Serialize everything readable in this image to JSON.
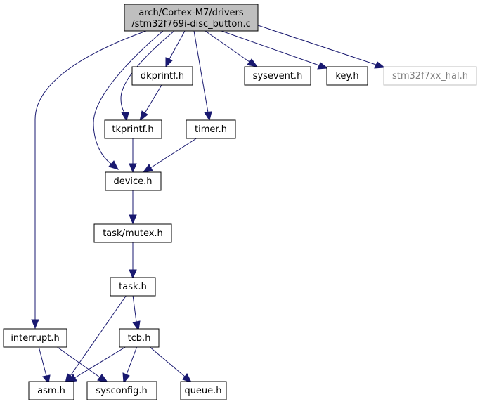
{
  "colors": {
    "edge": "#191970",
    "root_fill": "#bfbfbf",
    "node_border": "#000000",
    "external_border": "#bfbfbf",
    "external_text": "#7f7f7f"
  },
  "nodes": {
    "root": {
      "lines": [
        "arch/Cortex-M7/drivers",
        "/stm32f769i-disc_button.c"
      ]
    },
    "dkprintf": {
      "label": "dkprintf.h"
    },
    "sysevent": {
      "label": "sysevent.h"
    },
    "key": {
      "label": "key.h"
    },
    "stm32f7xx_hal": {
      "label": "stm32f7xx_hal.h"
    },
    "tkprintf": {
      "label": "tkprintf.h"
    },
    "timer": {
      "label": "timer.h"
    },
    "device": {
      "label": "device.h"
    },
    "task_mutex": {
      "label": "task/mutex.h"
    },
    "task": {
      "label": "task.h"
    },
    "interrupt": {
      "label": "interrupt.h"
    },
    "tcb": {
      "label": "tcb.h"
    },
    "asm": {
      "label": "asm.h"
    },
    "sysconfig": {
      "label": "sysconfig.h"
    },
    "queue": {
      "label": "queue.h"
    }
  },
  "edges": [
    {
      "from": "root",
      "to": "interrupt"
    },
    {
      "from": "root",
      "to": "device"
    },
    {
      "from": "root",
      "to": "tkprintf"
    },
    {
      "from": "root",
      "to": "dkprintf"
    },
    {
      "from": "root",
      "to": "timer"
    },
    {
      "from": "root",
      "to": "sysevent"
    },
    {
      "from": "root",
      "to": "key"
    },
    {
      "from": "root",
      "to": "stm32f7xx_hal"
    },
    {
      "from": "dkprintf",
      "to": "tkprintf"
    },
    {
      "from": "tkprintf",
      "to": "device"
    },
    {
      "from": "timer",
      "to": "device"
    },
    {
      "from": "device",
      "to": "task_mutex"
    },
    {
      "from": "task_mutex",
      "to": "task"
    },
    {
      "from": "task",
      "to": "tcb"
    },
    {
      "from": "task",
      "to": "asm"
    },
    {
      "from": "interrupt",
      "to": "asm"
    },
    {
      "from": "interrupt",
      "to": "sysconfig"
    },
    {
      "from": "tcb",
      "to": "asm"
    },
    {
      "from": "tcb",
      "to": "sysconfig"
    },
    {
      "from": "tcb",
      "to": "queue"
    }
  ]
}
